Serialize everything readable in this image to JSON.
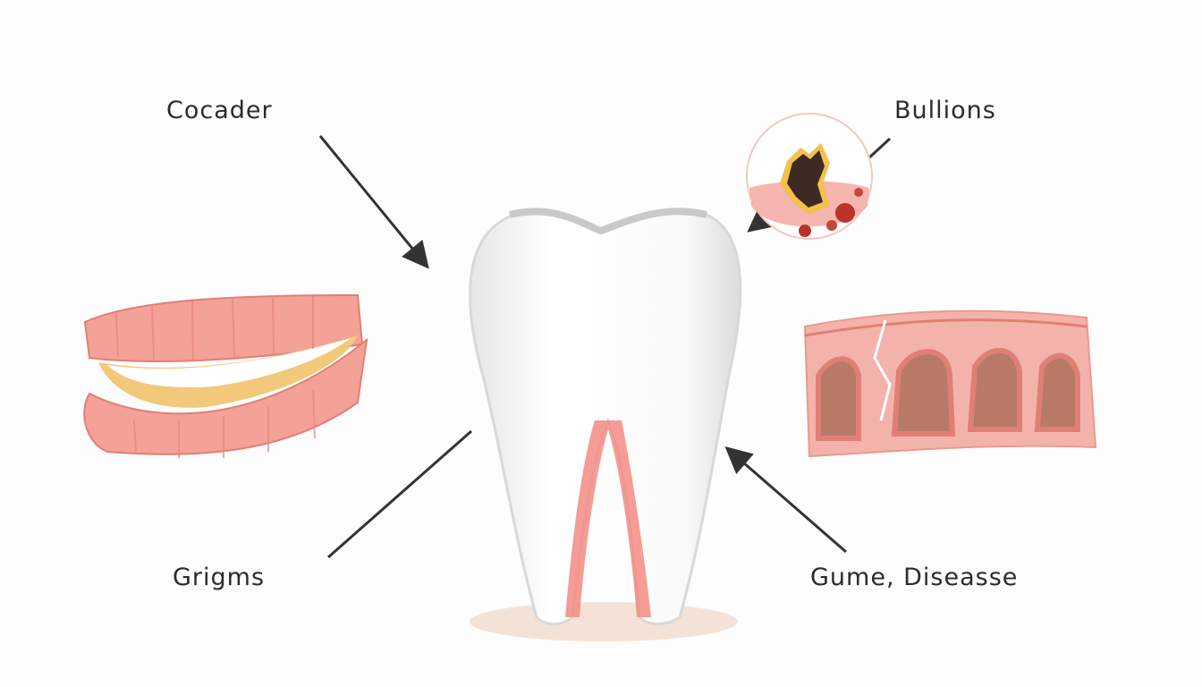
{
  "labels": {
    "top_left": "Cocader",
    "top_right": "Bullions",
    "bottom_left": "Grigms",
    "bottom_right": "Gume, Diseasse"
  },
  "colors": {
    "gum": "#f4a198",
    "gum_dark": "#e07f76",
    "decay": "#3d2a24",
    "plaque": "#f2c14e",
    "arrow": "#333333"
  }
}
